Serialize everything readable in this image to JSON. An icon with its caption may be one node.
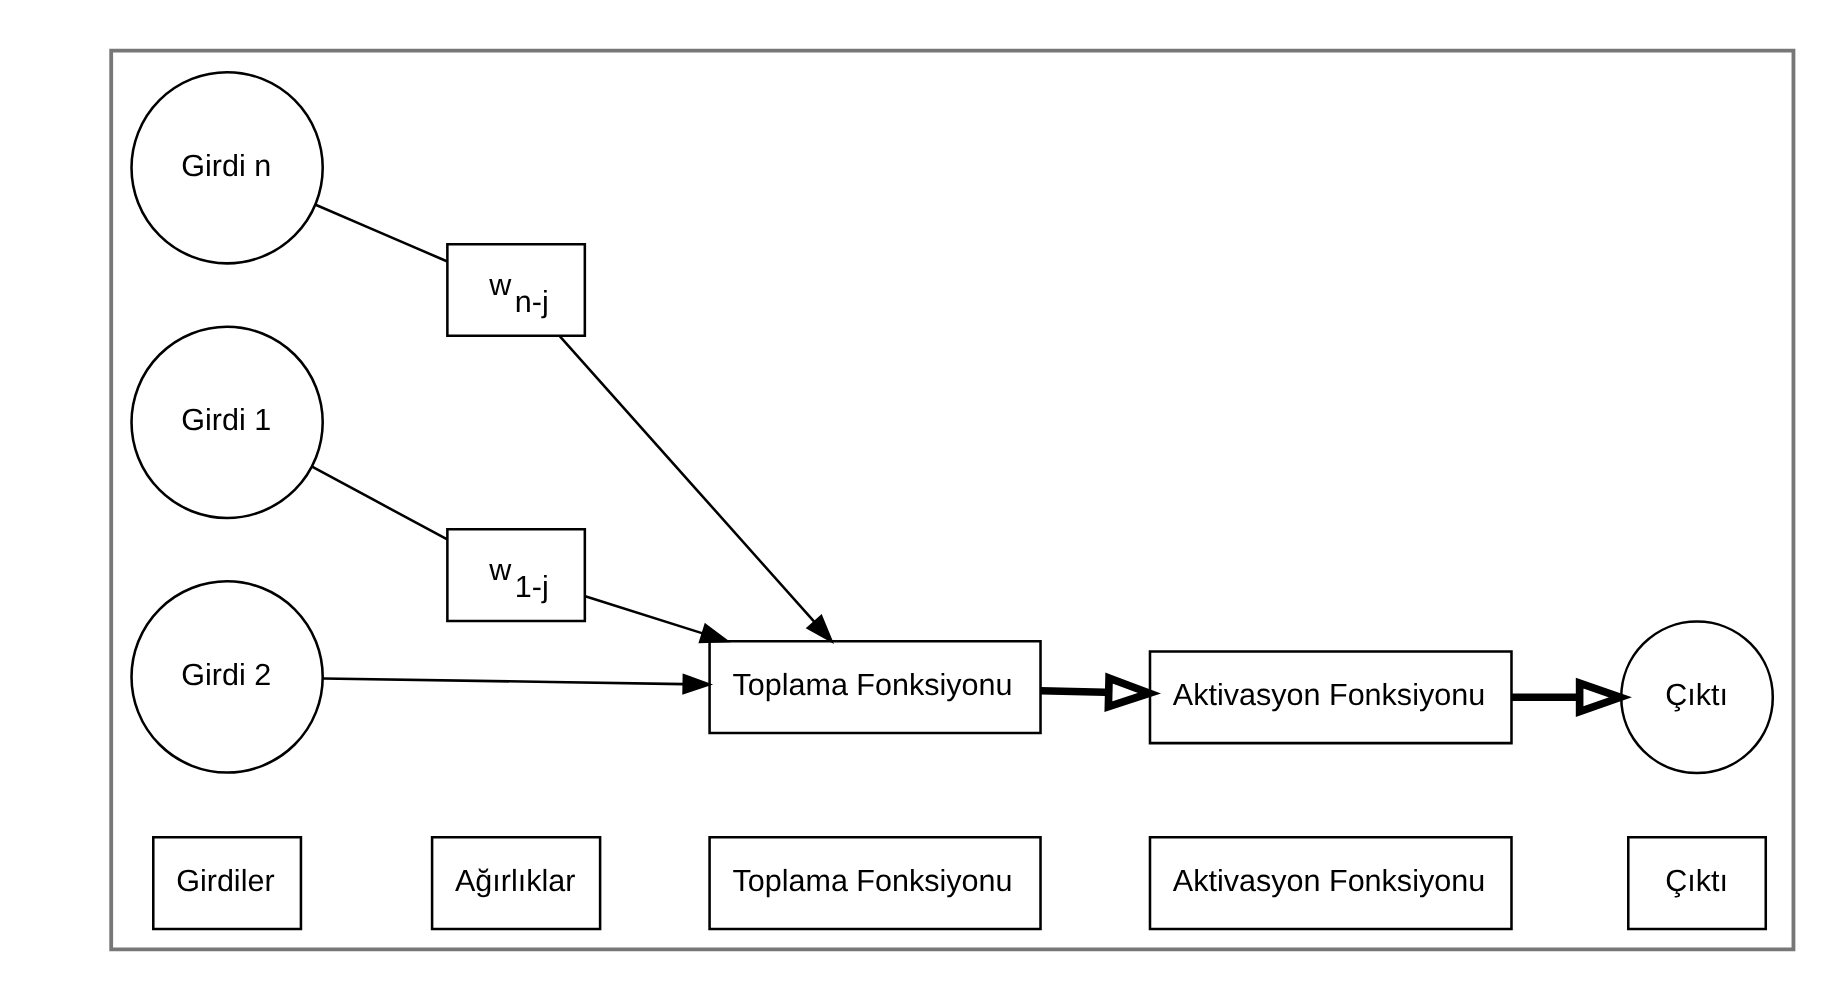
{
  "diagram": {
    "nodes": [
      {
        "text": [],
        "shape": "box"
      },
      {
        "text": [
          "Girdiler"
        ],
        "in": 0
      },
      {
        "text": [
          "Ağırlıklar"
        ],
        "in": 0
      },
      {
        "text": [
          "Toplama Fonksiyonu"
        ],
        "in": 0
      },
      {
        "text": [
          "Aktivasyon Fonksiyonu"
        ],
        "in": 0
      },
      {
        "text": [
          "Çıktı"
        ],
        "in": 0
      },
      {
        "text": [
          "Girdi 1"
        ],
        "in": 0
      },
      {
        "text": [
          "w$_{1-j}$"
        ],
        "in": 0
      },
      {
        "text": [
          "Girdi 2"
        ],
        "in": 0
      },
      {
        "text": [
          "w$_{n-j}$"
        ],
        "in": 0
      },
      {
        "text": [
          "Girdi n"
        ],
        "in": 0
      },
      {
        "text": [
          "Toplama Fonksiyonu"
        ],
        "in": 0
      },
      {
        "text": [
          "Aktivasyon Fonksiyonu"
        ],
        "in": 0
      },
      {
        "text": [
          "Çıktı"
        ],
        "in": 0
      }
    ],
    "edges": [
      {
        "from": 6,
        "to": 7,
        "arrow": "none"
      },
      {
        "from": 7,
        "to": 11,
        "arrow": "to"
      },
      {
        "from": 8,
        "to": 11,
        "arrow": "to"
      },
      {
        "from": 10,
        "to": 9,
        "arrow": "none"
      },
      {
        "from": 9,
        "to": 11,
        "arrow": "to"
      },
      {
        "from": 11,
        "to": 12,
        "arrow": "to",
        "style": "thick"
      },
      {
        "from": 12,
        "to": 13,
        "arrow": "to",
        "style": "thick"
      }
    ]
  }
}
